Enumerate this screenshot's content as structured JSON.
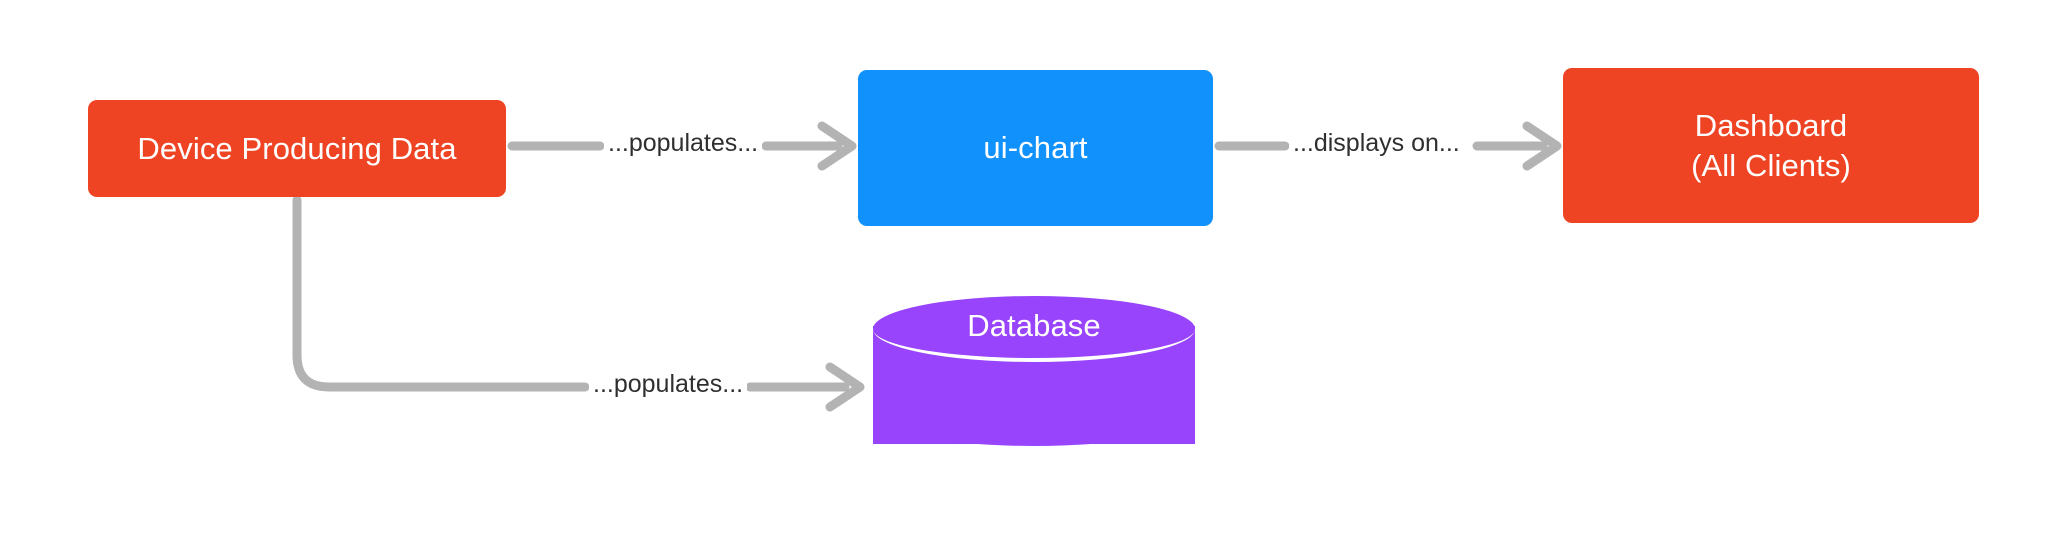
{
  "diagram": {
    "type": "flowchart",
    "direction": "left-to-right",
    "background": "#ffffff",
    "nodes": [
      {
        "id": "device",
        "label": "Device Producing Data",
        "shape": "rounded-rectangle",
        "color": "#ef4423",
        "text_color": "#ffffff"
      },
      {
        "id": "uichart",
        "label": "ui-chart",
        "shape": "rounded-rectangle",
        "color": "#1191fb",
        "text_color": "#ffffff"
      },
      {
        "id": "dashboard",
        "label_line1": "Dashboard",
        "label_line2": "(All Clients)",
        "shape": "rounded-rectangle",
        "color": "#ef4423",
        "text_color": "#ffffff"
      },
      {
        "id": "database",
        "label": "Database",
        "shape": "cylinder",
        "color": "#9844fc",
        "text_color": "#ffffff"
      }
    ],
    "edges": [
      {
        "id": "device-to-uichart",
        "from": "device",
        "to": "uichart",
        "label": "...populates...",
        "style": "solid-arrow",
        "color": "#b3b3b3"
      },
      {
        "id": "uichart-to-dashboard",
        "from": "uichart",
        "to": "dashboard",
        "label": "...displays on...",
        "style": "solid-arrow",
        "color": "#b3b3b3"
      },
      {
        "id": "device-to-database",
        "from": "device",
        "to": "database",
        "label": "...populates...",
        "style": "solid-arrow-elbow",
        "color": "#b3b3b3"
      }
    ]
  }
}
